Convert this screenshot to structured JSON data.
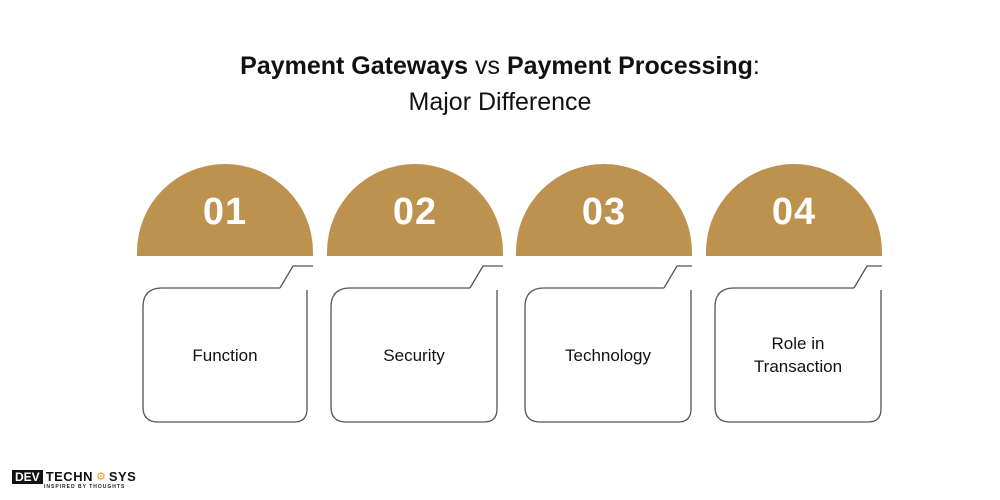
{
  "header": {
    "title_part1": "Payment Gateways",
    "title_connector": " vs ",
    "title_part2": "Payment Processing",
    "title_colon": ":",
    "subtitle": "Major Difference"
  },
  "colors": {
    "accent": "#bd914e",
    "number_text": "#ffffff",
    "card_border": "#555555",
    "text": "#111111"
  },
  "items": [
    {
      "number": "01",
      "label": "Function"
    },
    {
      "number": "02",
      "label": "Security"
    },
    {
      "number": "03",
      "label": "Technology"
    },
    {
      "number": "04",
      "label": "Role in Transaction"
    }
  ],
  "logo": {
    "dev": "DEV",
    "techno": "TECHN",
    "gear": "⚙",
    "sys": "SYS",
    "tagline": "INSPIRED BY THOUGHTS"
  }
}
